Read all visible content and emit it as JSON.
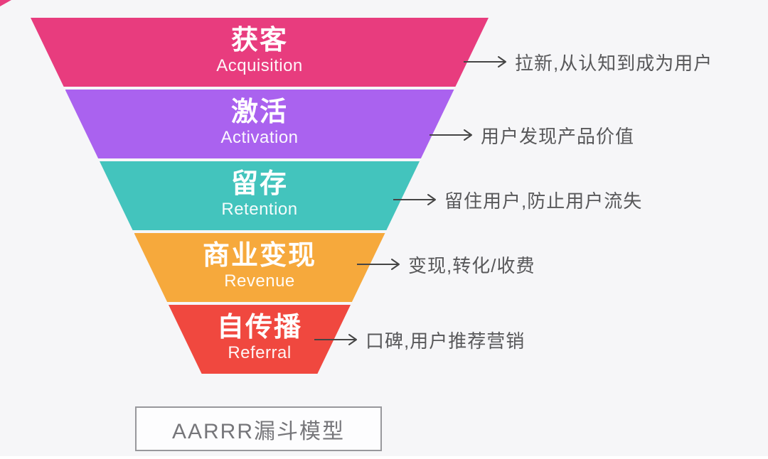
{
  "diagram": {
    "caption": "AARRR漏斗模型",
    "colors": {
      "background": "#f6f6f8",
      "note_text": "#58585a",
      "arrow": "#454545",
      "caption_text": "#76767a",
      "caption_border": "#98989c"
    },
    "funnel": {
      "layers": [
        {
          "id": "acquisition",
          "zh": "获客",
          "en": "Acquisition",
          "color": "#e83c7e",
          "note": "拉新,从认知到成为用户"
        },
        {
          "id": "activation",
          "zh": "激活",
          "en": "Activation",
          "color": "#aa62ef",
          "note": "用户发现产品价值"
        },
        {
          "id": "retention",
          "zh": "留存",
          "en": "Retention",
          "color": "#43c4bd",
          "note": "留住用户,防止用户流失"
        },
        {
          "id": "revenue",
          "zh": "商业变现",
          "en": "Revenue",
          "color": "#f6a93c",
          "note": "变现,转化/收费"
        },
        {
          "id": "referral",
          "zh": "自传播",
          "en": "Referral",
          "color": "#f0483f",
          "note": "口碑,用户推荐营销"
        }
      ]
    }
  }
}
